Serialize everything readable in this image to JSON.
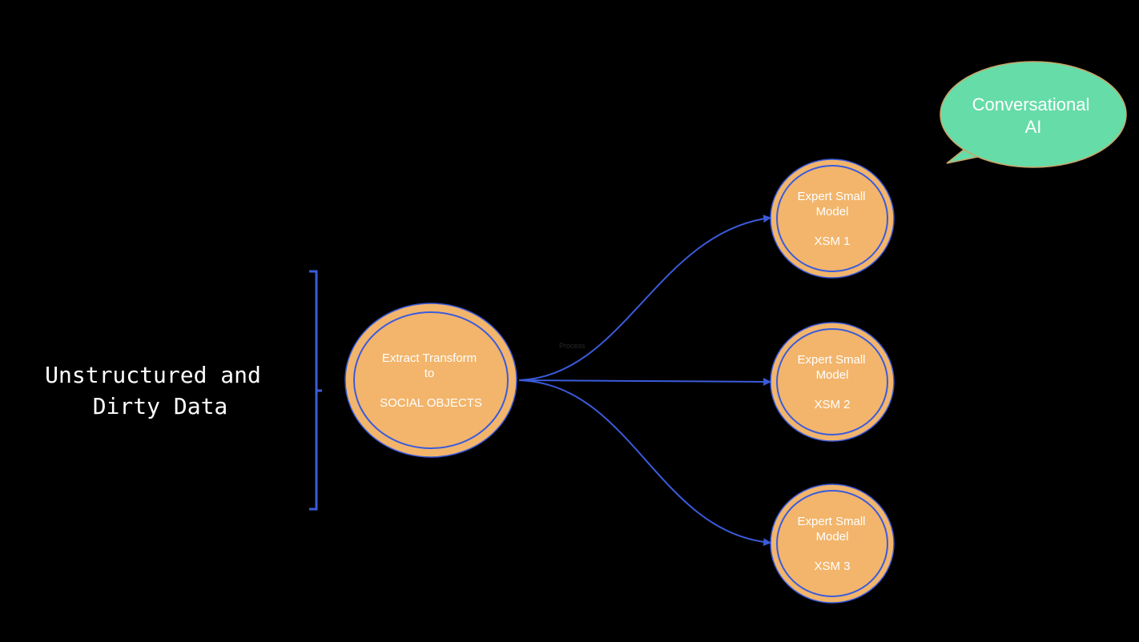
{
  "colors": {
    "background": "#000000",
    "node_fill": "#f2b56b",
    "node_ring": "#3b5bdb",
    "edge": "#3b5bdb",
    "bubble_fill": "#66dca8",
    "bubble_stroke": "#c9a56a",
    "text": "#ffffff"
  },
  "source": {
    "line1": "Unstructured and",
    "line2": "Dirty Data"
  },
  "etl": {
    "line1": "Extract Transform",
    "line2": "to",
    "line3": "SOCIAL OBJECTS"
  },
  "edge_label": "Process",
  "models": [
    {
      "line1": "Expert Small",
      "line2": "Model",
      "line3": "XSM 1"
    },
    {
      "line1": "Expert Small",
      "line2": "Model",
      "line3": "XSM 2"
    },
    {
      "line1": "Expert Small",
      "line2": "Model",
      "line3": "XSM 3"
    }
  ],
  "bubble": {
    "line1": "Conversational",
    "line2": "AI"
  }
}
